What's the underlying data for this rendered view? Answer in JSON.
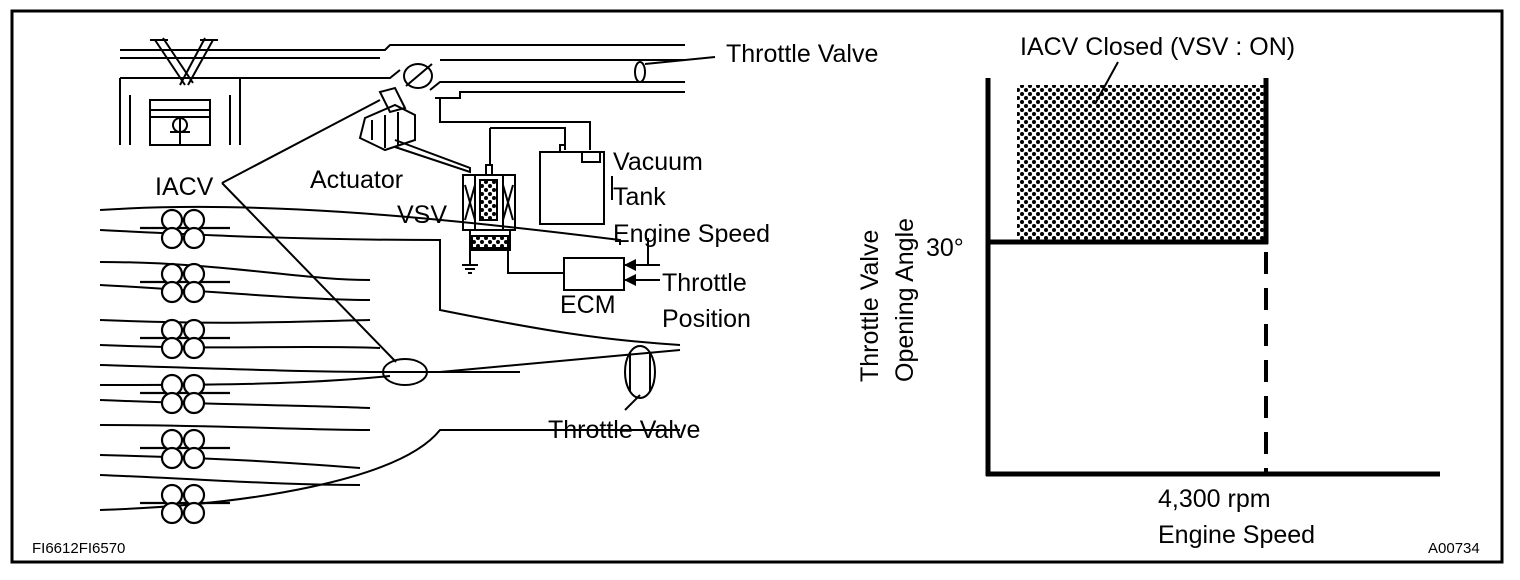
{
  "figure": {
    "left_id": "FI6612FI6570",
    "right_id": "A00734"
  },
  "schematic": {
    "throttle_valve_top": "Throttle Valve",
    "actuator": "Actuator",
    "iacv": "IACV",
    "vacuum": "Vacuum",
    "tank": "Tank",
    "vsv": "VSV",
    "engine_speed": "Engine Speed",
    "throttle": "Throttle",
    "position": "Position",
    "ecm": "ECM",
    "throttle_valve_bottom": "Throttle Valve"
  },
  "graph": {
    "region_label": "IACV Closed (VSV : ON)",
    "y_axis_line1": "Throttle Valve",
    "y_axis_line2": "Opening Angle",
    "y_tick": "30°",
    "x_tick": "4,300 rpm",
    "x_axis": "Engine Speed"
  },
  "chart_data": {
    "type": "area",
    "xlabel": "Engine Speed",
    "ylabel": "Throttle Valve Opening Angle",
    "x_marker": "4,300 rpm",
    "y_marker": "30°",
    "region": "IACV Closed (VSV : ON)",
    "region_bounds": {
      "x_max_rpm": 4300,
      "y_min_deg": 30
    }
  }
}
